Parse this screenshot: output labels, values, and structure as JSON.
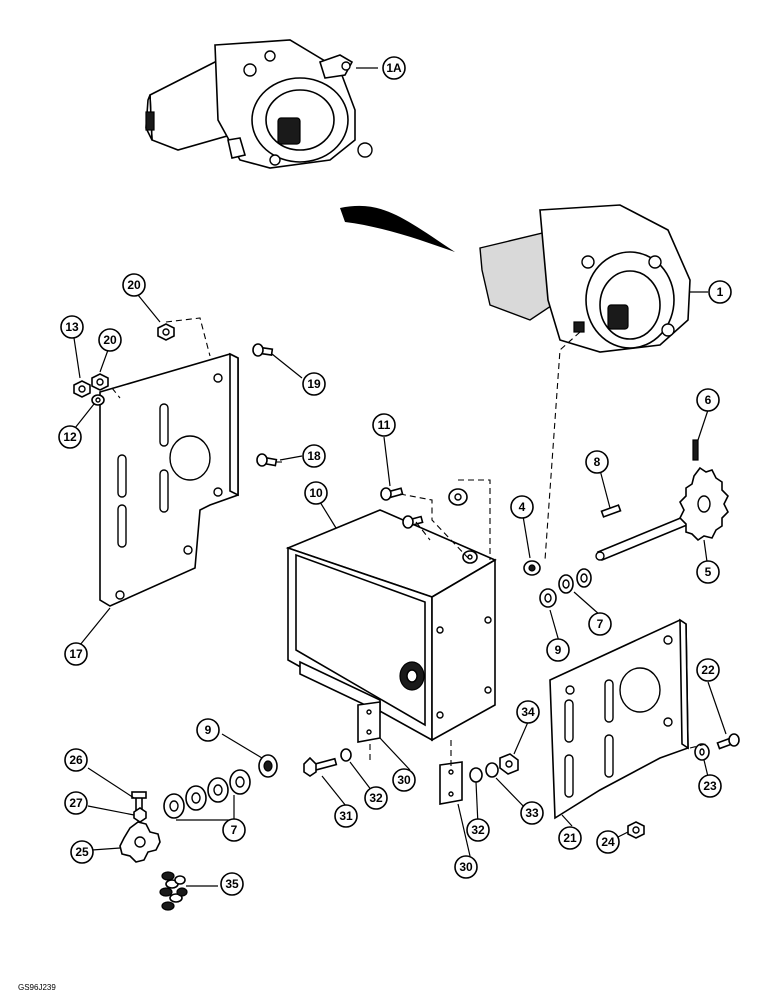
{
  "drawing_code": "GS96J239",
  "colors": {
    "ink": "#000000",
    "paper": "#ffffff"
  },
  "callouts": [
    {
      "id": "1A",
      "label": "1A"
    },
    {
      "id": "1",
      "label": "1"
    },
    {
      "id": "4",
      "label": "4"
    },
    {
      "id": "5",
      "label": "5"
    },
    {
      "id": "6",
      "label": "6"
    },
    {
      "id": "7",
      "label": "7"
    },
    {
      "id": "7b",
      "label": "7"
    },
    {
      "id": "8",
      "label": "8"
    },
    {
      "id": "9",
      "label": "9"
    },
    {
      "id": "9b",
      "label": "9"
    },
    {
      "id": "10",
      "label": "10"
    },
    {
      "id": "11",
      "label": "11"
    },
    {
      "id": "12",
      "label": "12"
    },
    {
      "id": "13",
      "label": "13"
    },
    {
      "id": "17",
      "label": "17"
    },
    {
      "id": "18",
      "label": "18"
    },
    {
      "id": "19",
      "label": "19"
    },
    {
      "id": "20",
      "label": "20"
    },
    {
      "id": "20b",
      "label": "20"
    },
    {
      "id": "21",
      "label": "21"
    },
    {
      "id": "22",
      "label": "22"
    },
    {
      "id": "23",
      "label": "23"
    },
    {
      "id": "24",
      "label": "24"
    },
    {
      "id": "25",
      "label": "25"
    },
    {
      "id": "26",
      "label": "26"
    },
    {
      "id": "27",
      "label": "27"
    },
    {
      "id": "30",
      "label": "30"
    },
    {
      "id": "30b",
      "label": "30"
    },
    {
      "id": "31",
      "label": "31"
    },
    {
      "id": "32",
      "label": "32"
    },
    {
      "id": "32b",
      "label": "32"
    },
    {
      "id": "33",
      "label": "33"
    },
    {
      "id": "34",
      "label": "34"
    },
    {
      "id": "35",
      "label": "35"
    }
  ]
}
